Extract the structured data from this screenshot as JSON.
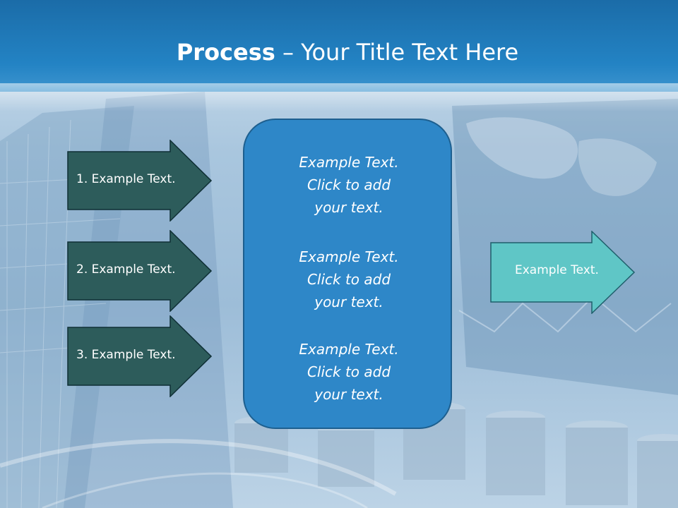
{
  "title": {
    "bold": "Process",
    "rest": " – Your Title Text Here"
  },
  "left_arrows": [
    {
      "label": "1. Example Text."
    },
    {
      "label": "2. Example Text."
    },
    {
      "label": "3. Example Text."
    }
  ],
  "center_box": {
    "blocks": [
      {
        "line1": "Example Text.",
        "line2": "Click  to add",
        "line3": "your text."
      },
      {
        "line1": "Example Text.",
        "line2": "Click  to add",
        "line3": "your text."
      },
      {
        "line1": "Example Text.",
        "line2": "Click  to add",
        "line3": "your text."
      }
    ]
  },
  "right_arrow": {
    "label": "Example Text."
  },
  "colors": {
    "title_bar": "#1b6ca8",
    "left_arrow_fill": "#2d5c5b",
    "center_box_fill": "#2e87c8",
    "right_arrow_fill": "#5fc6c6"
  }
}
